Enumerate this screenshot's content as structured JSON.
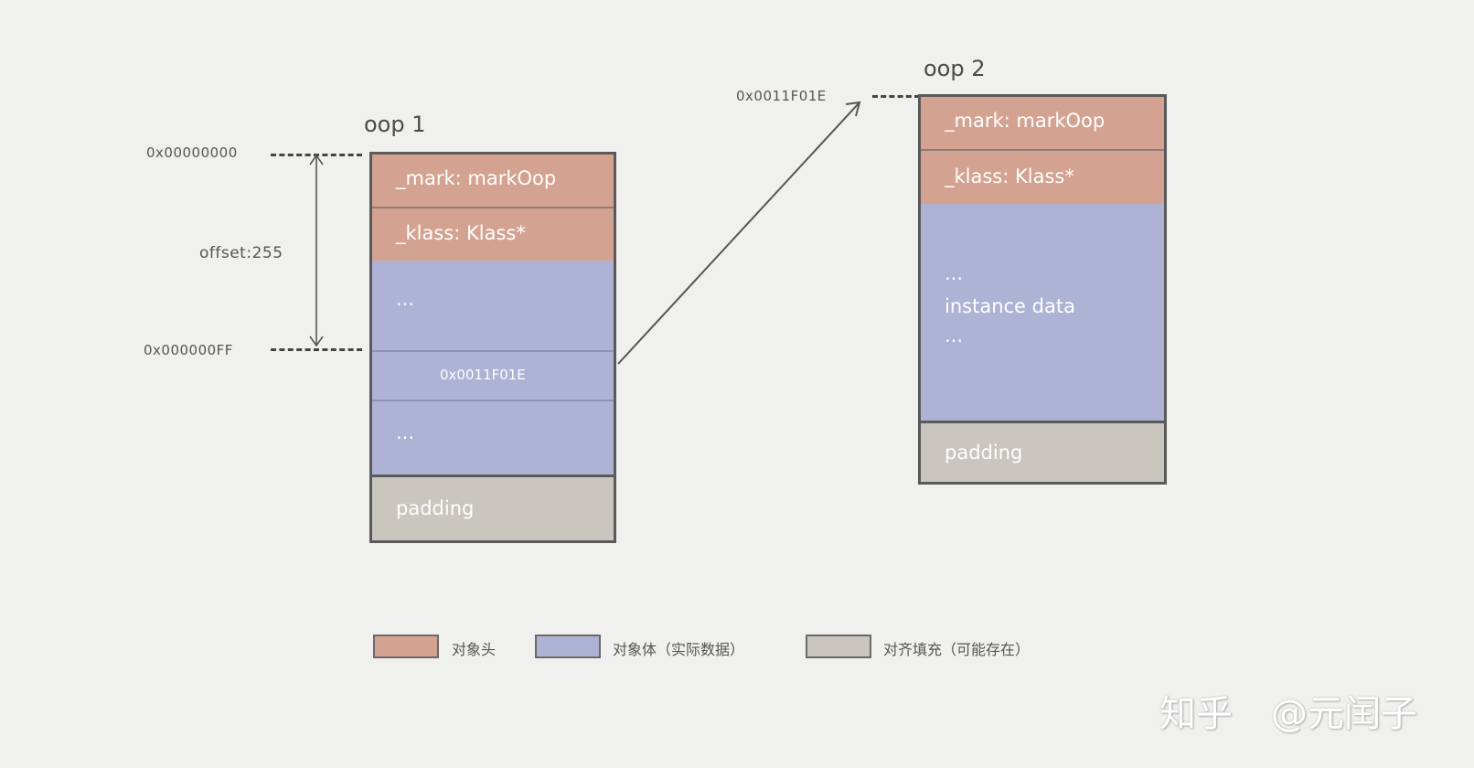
{
  "oop1": {
    "title": "oop 1",
    "mark": "_mark: markOop",
    "klass": "_klass: Klass*",
    "body_top": "...",
    "field_value": "0x0011F01E",
    "body_bottom": "...",
    "padding": "padding"
  },
  "oop2": {
    "title": "oop 2",
    "mark": "_mark: markOop",
    "klass": "_klass: Klass*",
    "body_top": "...",
    "instance_data": "instance data",
    "body_bottom": "...",
    "padding": "padding"
  },
  "addresses": {
    "start": "0x00000000",
    "field": "0x000000FF",
    "offset": "offset:255",
    "oop2_addr": "0x0011F01E"
  },
  "legend": [
    {
      "label": "对象头",
      "color": "#d4a290"
    },
    {
      "label": "对象体（实际数据）",
      "color": "#aeb2d4"
    },
    {
      "label": "对齐填充（可能存在）",
      "color": "#c9c5bf"
    }
  ],
  "watermark": {
    "brand": "知乎",
    "handle": "@元闰子"
  }
}
